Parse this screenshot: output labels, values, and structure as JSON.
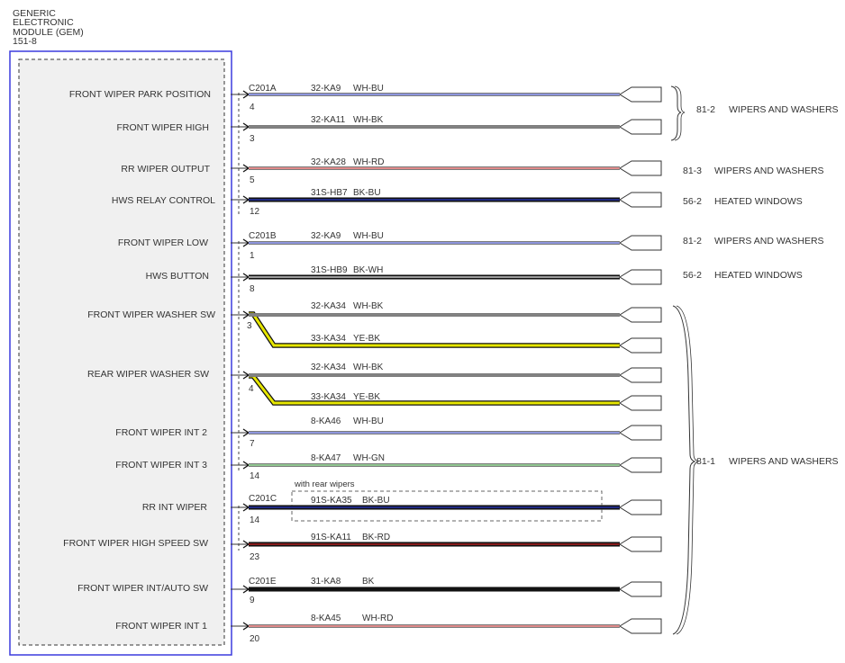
{
  "module": {
    "title_lines": [
      "GENERIC",
      "ELECTRONIC",
      "MODULE (GEM)",
      "151-8"
    ]
  },
  "colors": {
    "WH": "#f2f2f2",
    "BU": "#2a39c8",
    "BK": "#111111",
    "RD": "#cc2222",
    "YE": "#e6e600",
    "GN": "#2f9a2f",
    "module_border": "#3b3bdd"
  },
  "pins": [
    {
      "signal": "FRONT WIPER PARK POSITION",
      "connector": "C201A",
      "pin": "4",
      "circuit": "32-KA9",
      "color": "WH-BU"
    },
    {
      "signal": "FRONT WIPER HIGH",
      "connector": "",
      "pin": "3",
      "circuit": "32-KA11",
      "color": "WH-BK"
    },
    {
      "signal": "RR WIPER OUTPUT",
      "connector": "",
      "pin": "5",
      "circuit": "32-KA28",
      "color": "WH-RD"
    },
    {
      "signal": "HWS RELAY CONTROL",
      "connector": "",
      "pin": "12",
      "circuit": "31S-HB7",
      "color": "BK-BU"
    },
    {
      "signal": "FRONT WIPER LOW",
      "connector": "C201B",
      "pin": "1",
      "circuit": "32-KA9",
      "color": "WH-BU"
    },
    {
      "signal": "HWS BUTTON",
      "connector": "",
      "pin": "8",
      "circuit": "31S-HB9",
      "color": "BK-WH"
    },
    {
      "signal": "FRONT WIPER WASHER SW",
      "connector": "",
      "pin": "3",
      "circuit": "32-KA34",
      "color": "WH-BK",
      "splice": {
        "circuit": "33-KA34",
        "color": "YE-BK"
      }
    },
    {
      "signal": "REAR WIPER WASHER SW",
      "connector": "",
      "pin": "4",
      "circuit": "32-KA34",
      "color": "WH-BK",
      "splice": {
        "circuit": "33-KA34",
        "color": "YE-BK"
      }
    },
    {
      "signal": "FRONT WIPER INT 2",
      "connector": "",
      "pin": "7",
      "circuit": "8-KA46",
      "color": "WH-BU"
    },
    {
      "signal": "FRONT WIPER INT 3",
      "connector": "",
      "pin": "14",
      "circuit": "8-KA47",
      "color": "WH-GN"
    },
    {
      "signal": "RR INT WIPER",
      "connector": "C201C",
      "pin": "14",
      "circuit": "91S-KA35",
      "color": "BK-BU",
      "option_note": "with rear wipers"
    },
    {
      "signal": "FRONT WIPER HIGH SPEED SW",
      "connector": "",
      "pin": "23",
      "circuit": "91S-KA11",
      "color": "BK-RD"
    },
    {
      "signal": "FRONT WIPER INT/AUTO SW",
      "connector": "C201E",
      "pin": "9",
      "circuit": "31-KA8",
      "color": "BK"
    },
    {
      "signal": "FRONT WIPER INT 1",
      "connector": "",
      "pin": "20",
      "circuit": "8-KA45",
      "color": "WH-RD"
    }
  ],
  "destinations": [
    {
      "ref": "81-2",
      "label": "WIPERS AND WASHERS"
    },
    {
      "ref": "81-3",
      "label": "WIPERS AND WASHERS"
    },
    {
      "ref": "56-2",
      "label": "HEATED WINDOWS"
    },
    {
      "ref": "81-2",
      "label": "WIPERS AND WASHERS"
    },
    {
      "ref": "56-2",
      "label": "HEATED WINDOWS"
    },
    {
      "ref": "81-1",
      "label": "WIPERS AND WASHERS"
    }
  ]
}
